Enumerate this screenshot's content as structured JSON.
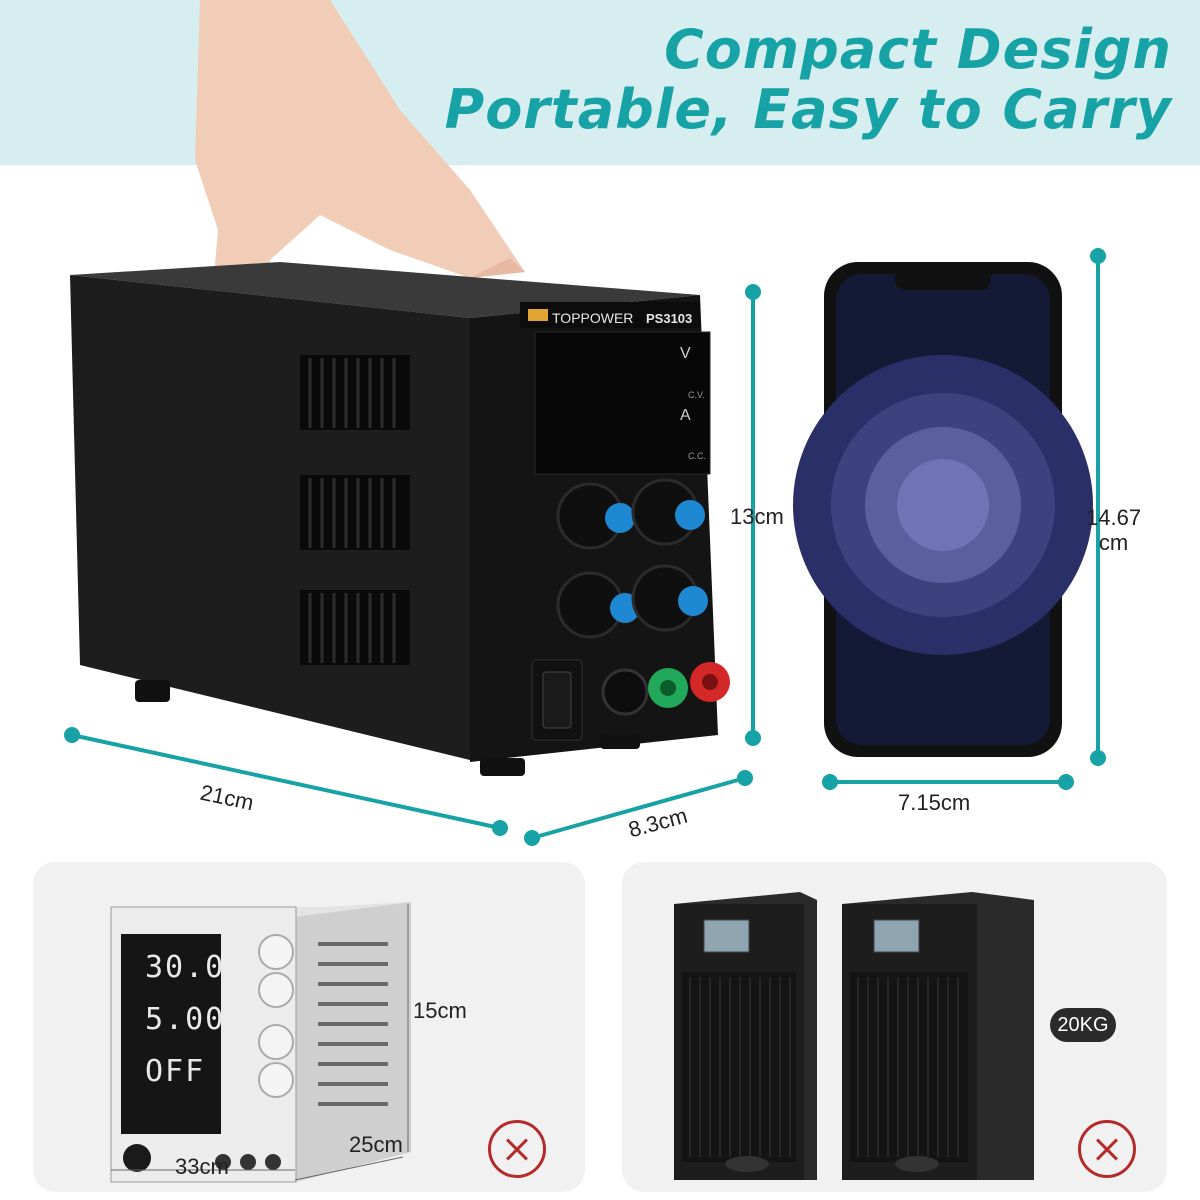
{
  "headline": {
    "line1": "Compact Design",
    "line2": "Portable, Easy to Carry"
  },
  "power_supply": {
    "brand": "TOPPOWER",
    "model": "PS3103",
    "display_units": [
      "V",
      "A"
    ],
    "indicators": [
      "C.V.",
      "C.C."
    ],
    "dimensions": {
      "length": "21cm",
      "depth": "8.3cm",
      "height": "13cm"
    }
  },
  "phone": {
    "dimensions": {
      "width": "7.15cm",
      "height": "14.67\ncm"
    }
  },
  "comparison_left": {
    "display_values": [
      "30.0",
      "5.00",
      "OFF"
    ],
    "dimensions": {
      "width": "33cm",
      "depth": "25cm",
      "height": "15cm"
    }
  },
  "comparison_right": {
    "weight": "20KG"
  },
  "colors": {
    "accent": "#17a2a6",
    "reject": "#b52a2a"
  }
}
